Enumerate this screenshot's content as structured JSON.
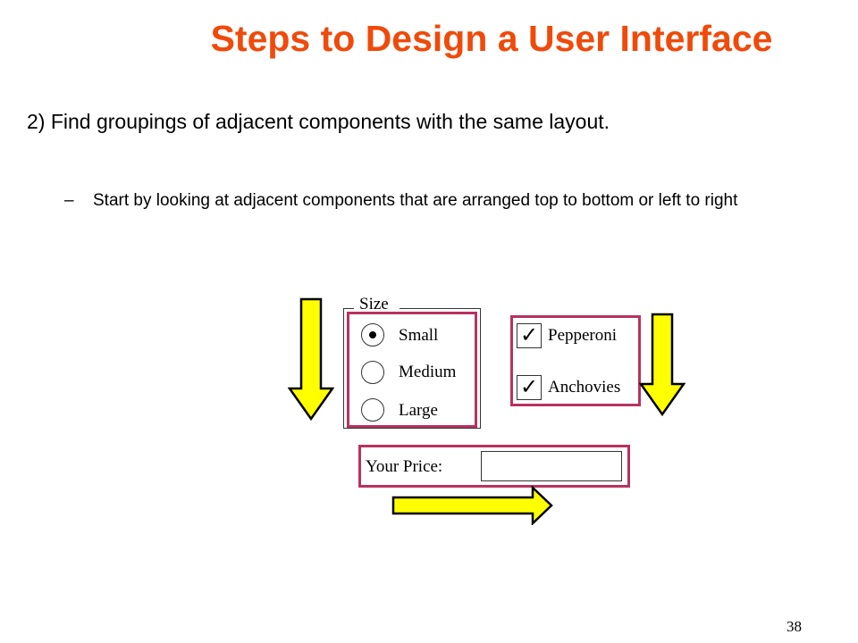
{
  "slide": {
    "title": "Steps to Design a User Interface",
    "bullet_main": "2) Find groupings of adjacent components with the same layout.",
    "bullet_sub": "Start by looking at adjacent components that are arranged top to bottom or left to right",
    "bullet_dash": "–",
    "page_number": "38"
  },
  "figure": {
    "size_group": {
      "label": "Size",
      "options": [
        {
          "label": "Small",
          "selected": true
        },
        {
          "label": "Medium",
          "selected": false
        },
        {
          "label": "Large",
          "selected": false
        }
      ]
    },
    "toppings": [
      {
        "label": "Pepperoni",
        "checked": true
      },
      {
        "label": "Anchovies",
        "checked": true
      }
    ],
    "check_glyph": "✓",
    "price": {
      "label": "Your Price:",
      "value": ""
    },
    "colors": {
      "title": "#f04a0a",
      "highlight": "#b8325f",
      "arrow_fill": "#ffff00"
    },
    "arrows": [
      "down-arrow",
      "down-arrow",
      "right-arrow"
    ]
  }
}
